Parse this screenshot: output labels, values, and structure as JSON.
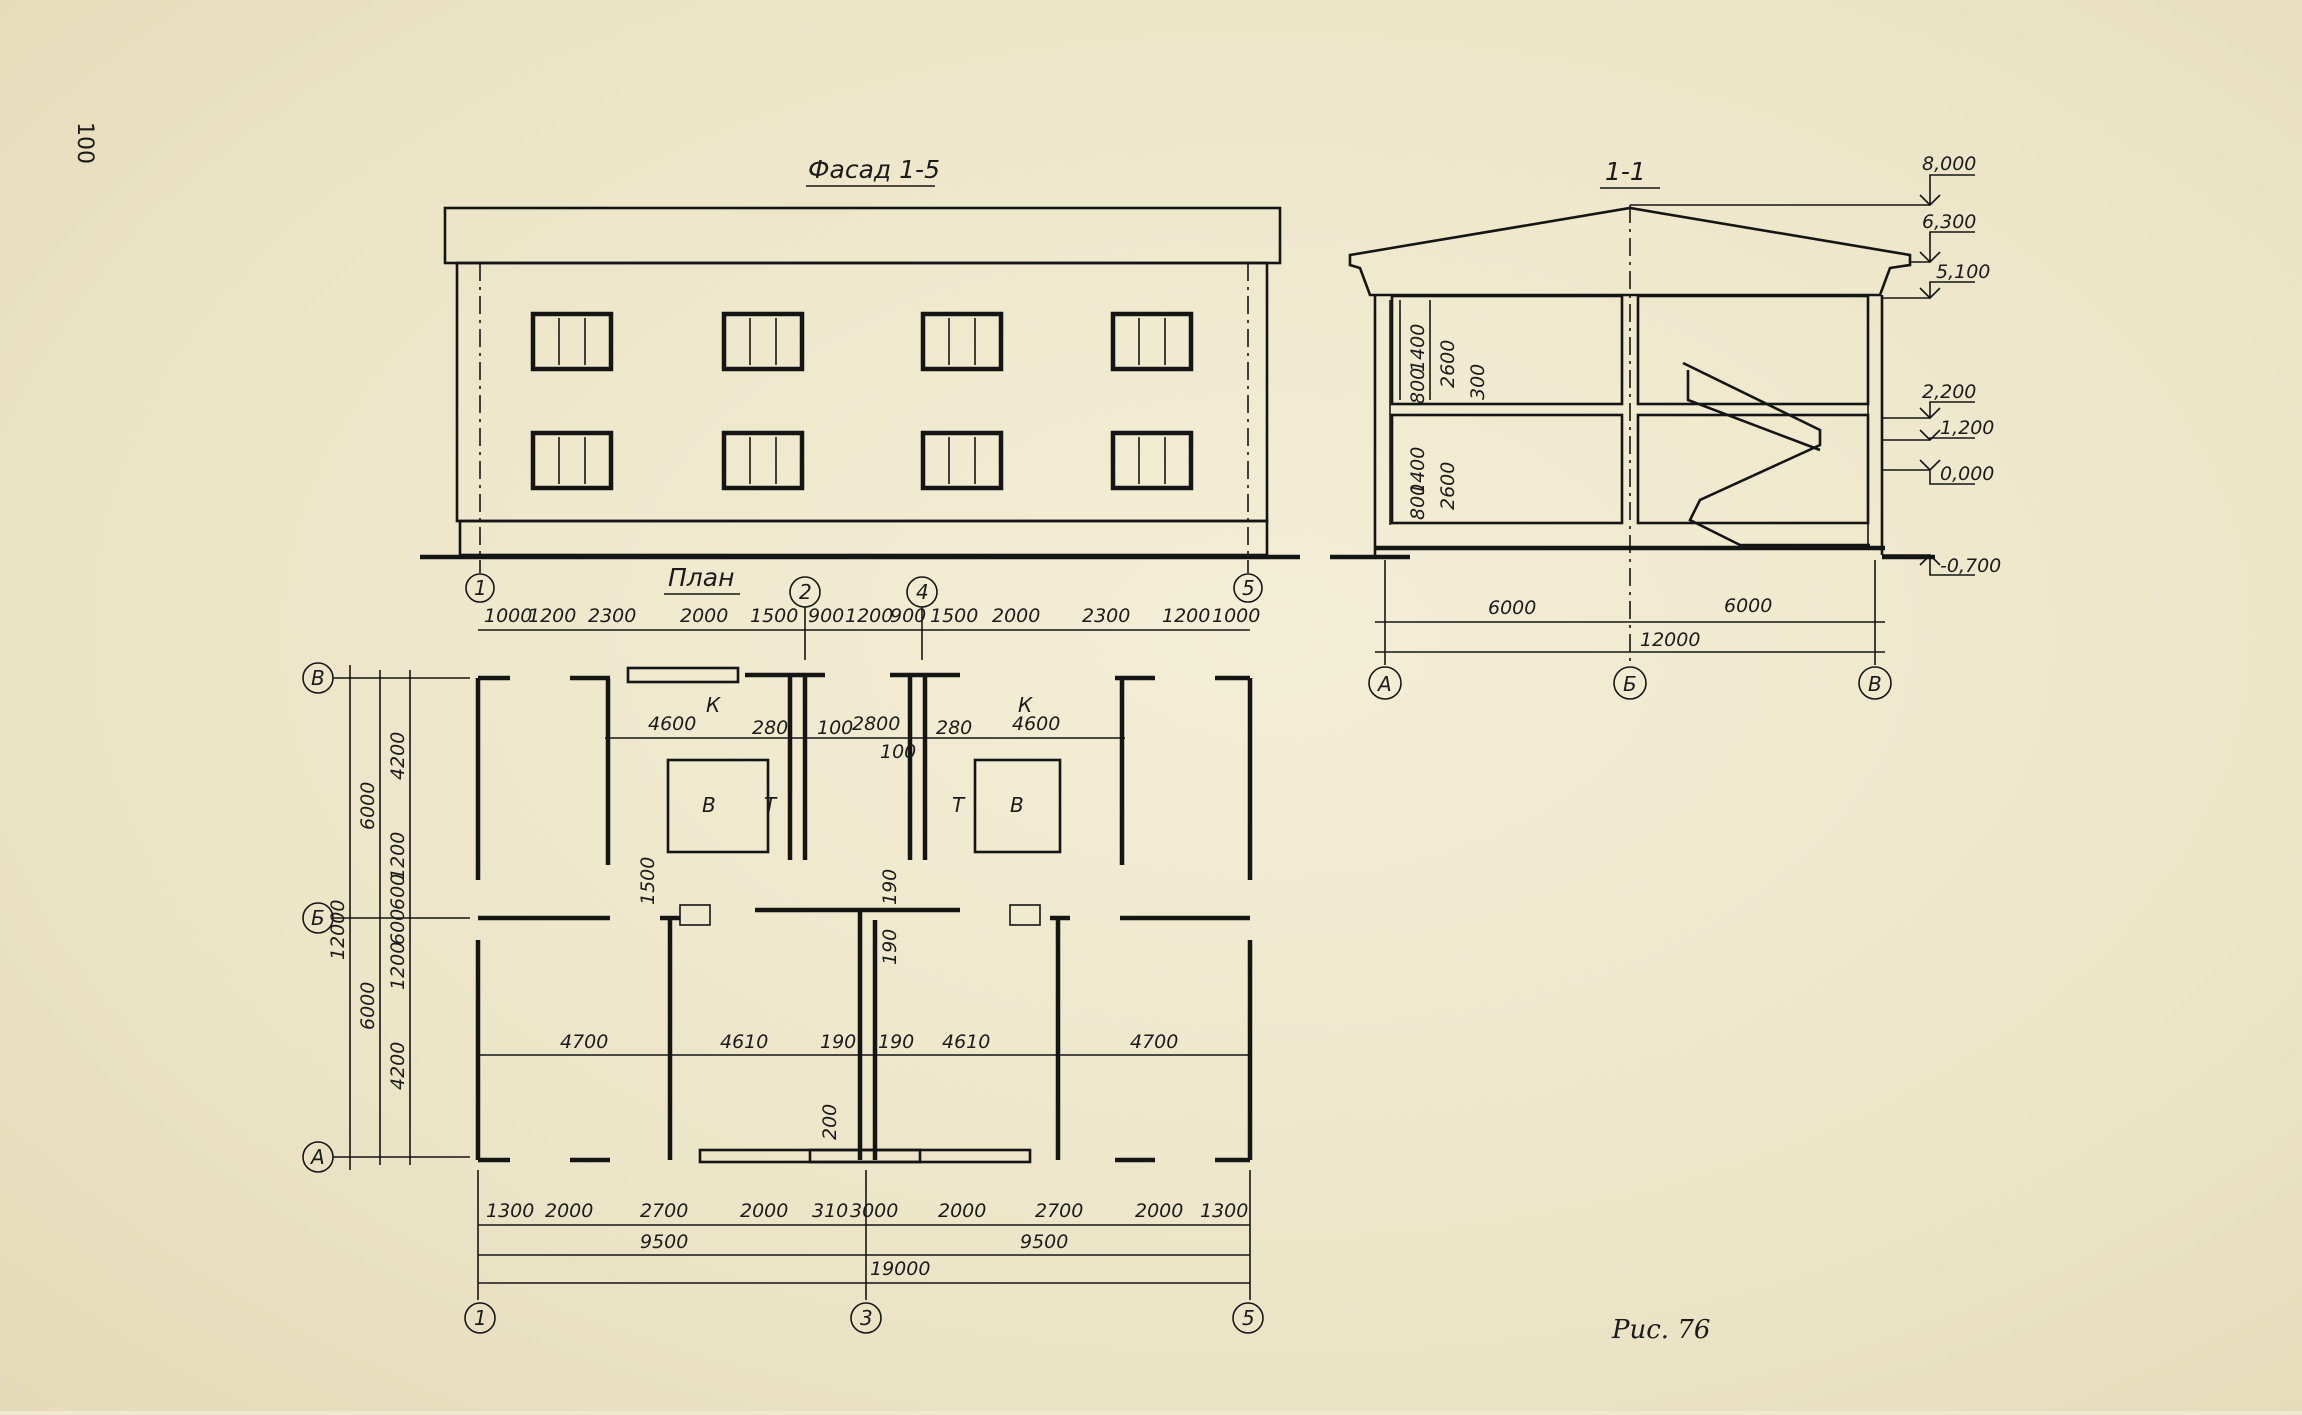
{
  "page_number": "100",
  "facade": {
    "title": "Фасад 1-5",
    "axes": [
      "1",
      "5"
    ]
  },
  "section": {
    "title": "1-1",
    "levels": [
      "8,000",
      "6,300",
      "5,100",
      "2,200",
      "1,200",
      "0,000",
      "-0,700"
    ],
    "window_dims_upper": [
      "1400",
      "2600",
      "300",
      "800"
    ],
    "window_dims_lower": [
      "1400",
      "2600",
      "800"
    ],
    "spans": [
      "6000",
      "6000"
    ],
    "total": "12000",
    "axes": [
      "А",
      "Б",
      "В"
    ]
  },
  "plan": {
    "title": "План",
    "top_axes": [
      "1",
      "2",
      "4",
      "5"
    ],
    "bottom_axes": [
      "1",
      "3",
      "5"
    ],
    "side_axes": [
      "В",
      "Б",
      "А"
    ],
    "top_dims": [
      "1000",
      "1200",
      "2300",
      "2000",
      "1500",
      "900",
      "1200",
      "900",
      "1500",
      "2000",
      "2300",
      "1200",
      "1000"
    ],
    "bottom_dims": [
      "1300",
      "2000",
      "2700",
      "2000",
      "310",
      "3000",
      "2000",
      "2700",
      "2000",
      "1300"
    ],
    "half_dims": [
      "9500",
      "9500"
    ],
    "total_dim": "19000",
    "inner_upper_dims": [
      "4600",
      "280",
      "100",
      "2800",
      "280",
      "4600"
    ],
    "inner_upper_small": "100",
    "inner_lower_dims": [
      "4700",
      "4610",
      "190",
      "190",
      "4610",
      "4700"
    ],
    "vertical_small": [
      "1500",
      "190",
      "190",
      "200"
    ],
    "left_outer": "12000",
    "left_mid": [
      "6000",
      "6000"
    ],
    "left_inner": [
      "4200",
      "1200",
      "600",
      "600",
      "1200",
      "4200"
    ],
    "room_labels": [
      "К",
      "К",
      "В",
      "Т",
      "Т",
      "В"
    ]
  },
  "caption": "Рис. 76"
}
